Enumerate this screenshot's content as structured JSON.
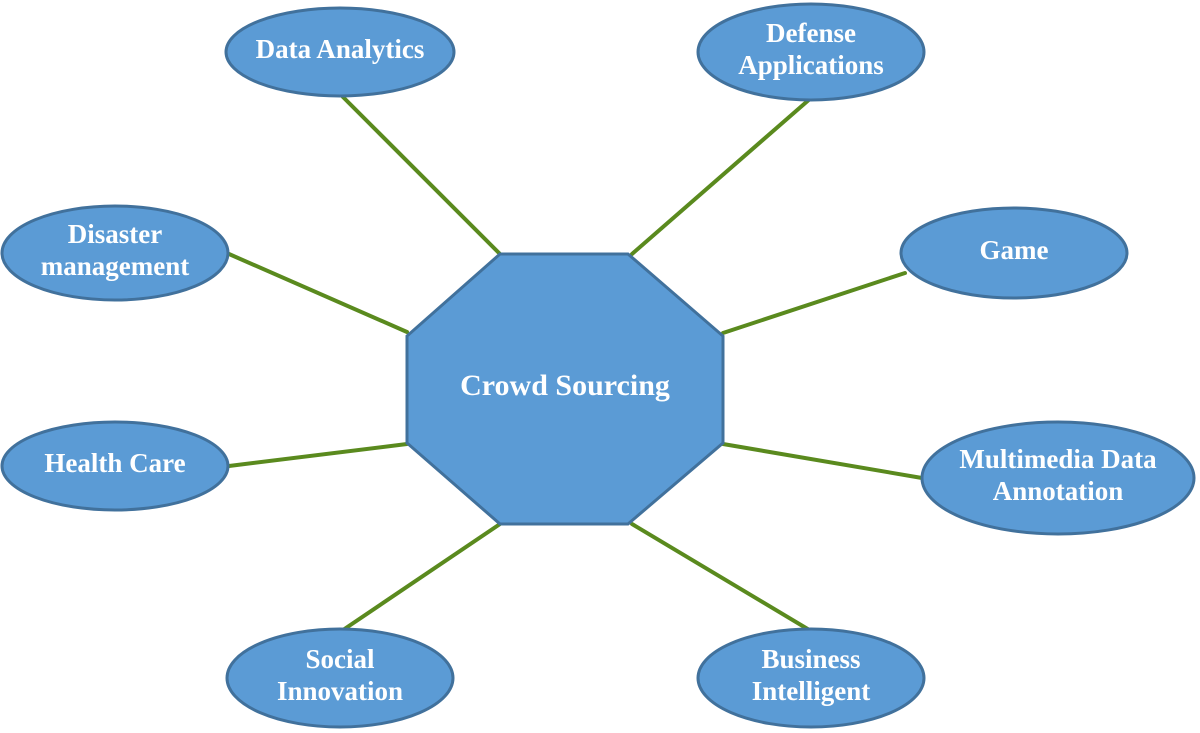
{
  "center": {
    "label": "Crowd Sourcing"
  },
  "nodes": [
    {
      "key": "data-analytics",
      "lines": [
        "Data Analytics"
      ]
    },
    {
      "key": "defense-applications",
      "lines": [
        "Defense",
        "Applications"
      ]
    },
    {
      "key": "disaster-management",
      "lines": [
        "Disaster",
        "management"
      ]
    },
    {
      "key": "game",
      "lines": [
        "Game"
      ]
    },
    {
      "key": "health-care",
      "lines": [
        "Health Care"
      ]
    },
    {
      "key": "multimedia-data-annotation",
      "lines": [
        "Multimedia Data",
        "Annotation"
      ]
    },
    {
      "key": "social-innovation",
      "lines": [
        "Social",
        "Innovation"
      ]
    },
    {
      "key": "business-intelligent",
      "lines": [
        "Business",
        "Intelligent"
      ]
    }
  ],
  "colors": {
    "node_fill": "#5b9bd5",
    "node_stroke": "#41719c",
    "connector": "#5a8a1e",
    "text": "#ffffff"
  }
}
